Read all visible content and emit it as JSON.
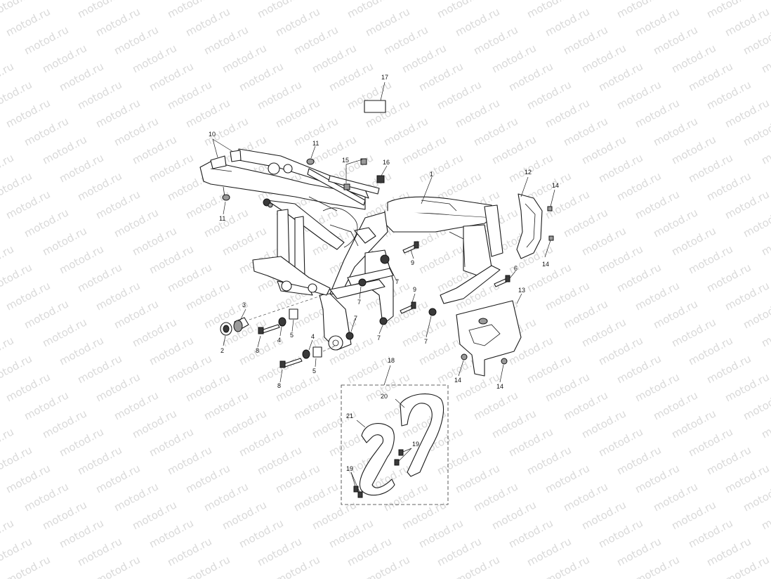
{
  "watermark": {
    "text": "motod.ru",
    "color": "#d9d9d9"
  },
  "callouts": {
    "c1": "1",
    "c2": "2",
    "c3": "3",
    "c4a": "4",
    "c4b": "4",
    "c5a": "5",
    "c5b": "5",
    "c6": "6",
    "c7a": "7",
    "c7b": "7",
    "c7c": "7",
    "c7d": "7",
    "c7e": "7",
    "c7f": "7",
    "c8a": "8",
    "c8b": "8",
    "c9a": "9",
    "c9b": "9",
    "c10": "10",
    "c11a": "11",
    "c11b": "11",
    "c12": "12",
    "c13": "13",
    "c14a": "14",
    "c14b": "14",
    "c14c": "14",
    "c14d": "14",
    "c15": "15",
    "c16": "16",
    "c17": "17",
    "c18": "18",
    "c19a": "19",
    "c19b": "19",
    "c20": "20",
    "c21": "21"
  }
}
